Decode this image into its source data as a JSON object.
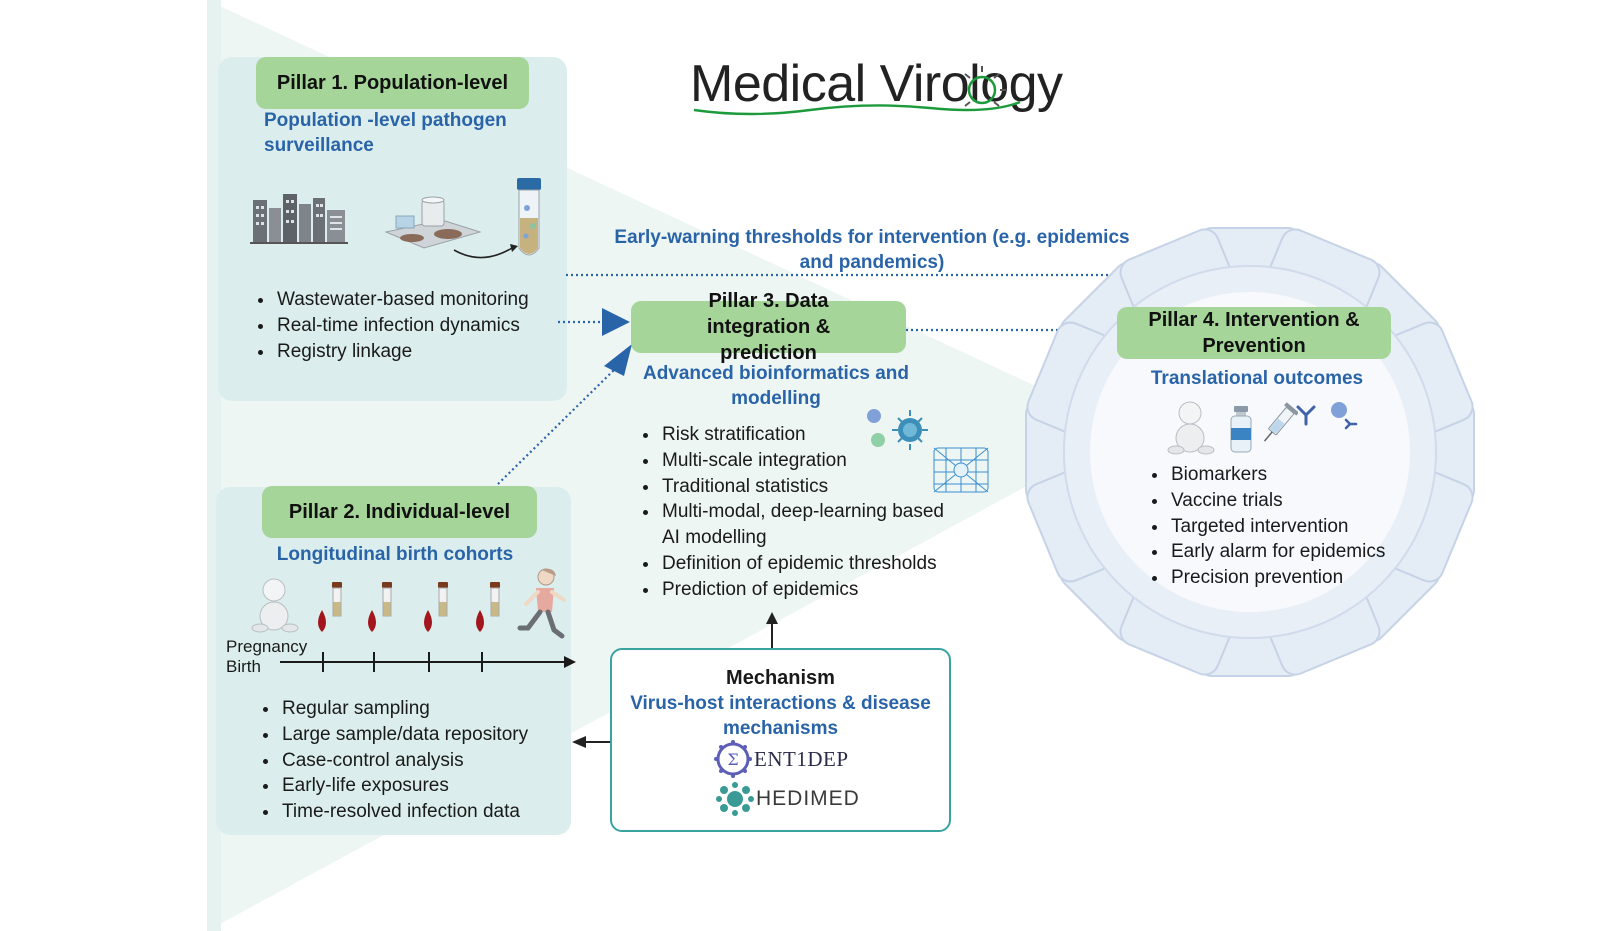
{
  "logo": {
    "text": "Medical Virology"
  },
  "pillar1": {
    "title": "Pillar 1. Population-level",
    "subtitle": "Population -level pathogen surveillance",
    "items": [
      "Wastewater-based monitoring",
      "Real-time infection dynamics",
      "Registry linkage"
    ]
  },
  "pillar2": {
    "title": "Pillar 2. Individual-level",
    "subtitle": "Longitudinal birth cohorts",
    "timeline_label_1": "Pregnancy",
    "timeline_label_2": "Birth",
    "items": [
      "Regular sampling",
      "Large sample/data repository",
      "Case-control analysis",
      "Early-life exposures",
      "Time-resolved infection data"
    ]
  },
  "pillar3": {
    "title": "Pillar 3. Data integration & prediction",
    "subtitle": "Advanced bioinformatics and modelling",
    "items": [
      "Risk stratification",
      "Multi-scale integration",
      "Traditional statistics",
      "Multi-modal, deep-learning based AI modelling",
      "Definition of epidemic thresholds",
      "Prediction of epidemics"
    ]
  },
  "pillar4": {
    "title": "Pillar 4. Intervention & Prevention",
    "subtitle": "Translational outcomes",
    "items": [
      "Biomarkers",
      "Vaccine trials",
      "Targeted intervention",
      "Early alarm for epidemics",
      "Precision prevention"
    ]
  },
  "warning": {
    "text": "Early-warning thresholds for intervention (e.g. epidemics and pandemics)"
  },
  "mechanism": {
    "title": "Mechanism",
    "subtitle": "Virus-host interactions & disease mechanisms",
    "logo1": "ENT1DEP",
    "logo2": "HEDIMED"
  },
  "colors": {
    "panel": "#dbeeed",
    "pill": "#a6d59a",
    "accent_blue": "#2a64a8",
    "logo_green": "#1d9b3c",
    "box_border": "#39a3a0"
  }
}
